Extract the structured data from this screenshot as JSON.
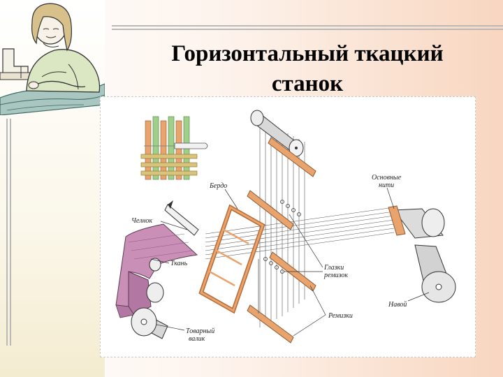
{
  "slide": {
    "title_line1": "Горизонтальный ткацкий",
    "title_line2": "станок"
  },
  "diagram": {
    "labels": {
      "berdo": "Бердо",
      "osnovnye_1": "Основные",
      "osnovnye_2": "нити",
      "chelnok": "Челнок",
      "tkan": "Ткань",
      "glazki_1": "Глазки",
      "glazki_2": "ремизок",
      "navoy": "Навой",
      "remizki": "Ремизки",
      "tovarny_1": "Товарный",
      "tovarny_2": "валик"
    }
  },
  "colors": {
    "wood": "#e9a36c",
    "wood_dark": "#b86a35",
    "cloth": "#c98fb6",
    "roller": "#d8d8d8",
    "rule": "#b9b9b9"
  }
}
